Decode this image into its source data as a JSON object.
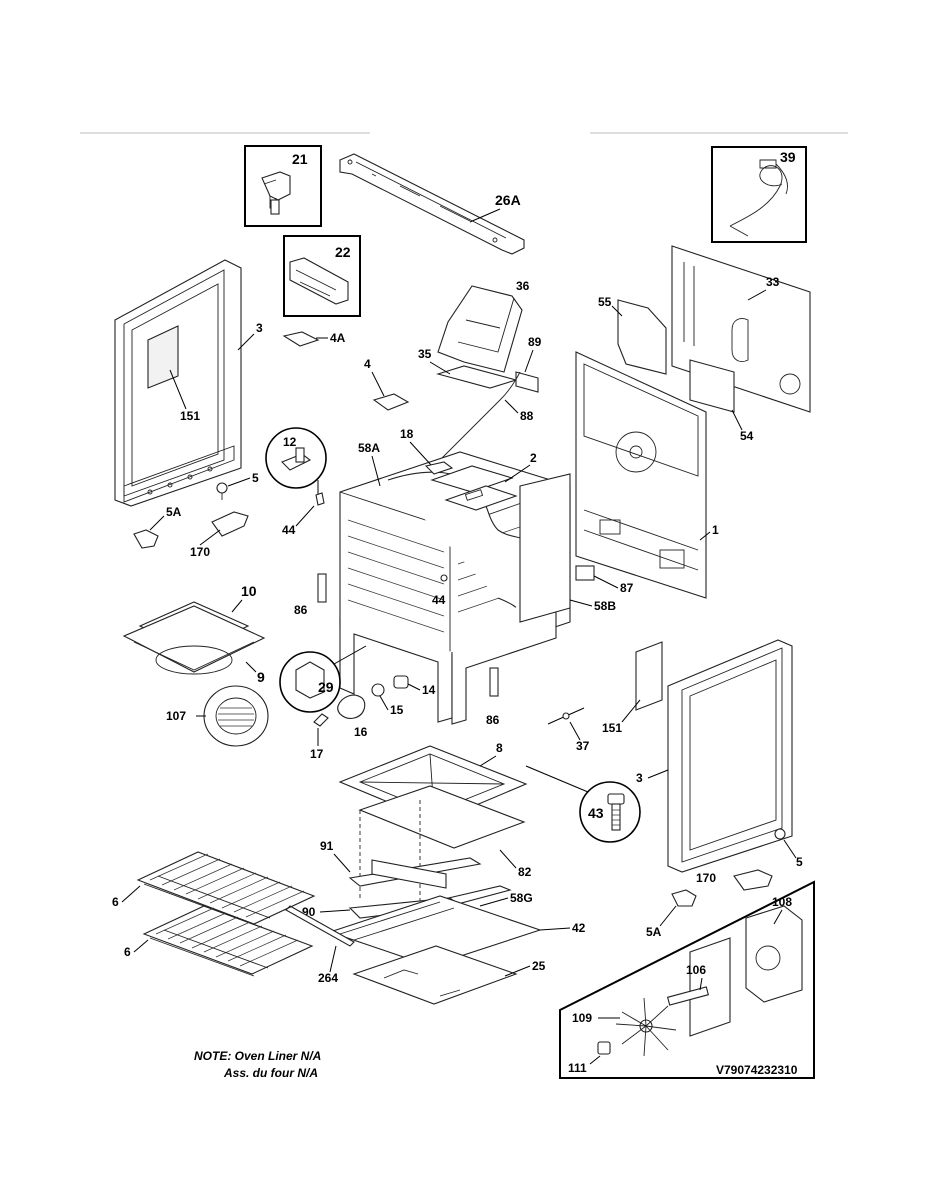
{
  "labels": {
    "l21": "21",
    "l26A": "26A",
    "l22": "22",
    "l39": "39",
    "l36": "36",
    "l33": "33",
    "l55": "55",
    "l3a": "3",
    "l4A": "4A",
    "l35": "35",
    "l89": "89",
    "l4": "4",
    "l88": "88",
    "l151a": "151",
    "l54": "54",
    "l12": "12",
    "l18": "18",
    "l58A": "58A",
    "l2": "2",
    "l5a": "5",
    "l1": "1",
    "l5Aa": "5A",
    "l44a": "44",
    "l170a": "170",
    "l86a": "86",
    "l44b": "44",
    "l87": "87",
    "l58B": "58B",
    "l10": "10",
    "l9": "9",
    "l29": "29",
    "l14": "14",
    "l15": "15",
    "l107": "107",
    "l16": "16",
    "l86b": "86",
    "l151b": "151",
    "l37": "37",
    "l17": "17",
    "l8": "8",
    "l3b": "3",
    "l43": "43",
    "l82": "82",
    "l5b": "5",
    "l91": "91",
    "l170b": "170",
    "l6a": "6",
    "l58G": "58G",
    "l90": "90",
    "l42": "42",
    "l6b": "6",
    "l5Ab": "5A",
    "l108": "108",
    "l264": "264",
    "l25": "25",
    "l106": "106",
    "l109": "109",
    "l111": "111"
  },
  "note": {
    "line1": "NOTE: Oven Liner N/A",
    "line2": "Ass. du four N/A"
  },
  "diagram_id": "V79074232310"
}
